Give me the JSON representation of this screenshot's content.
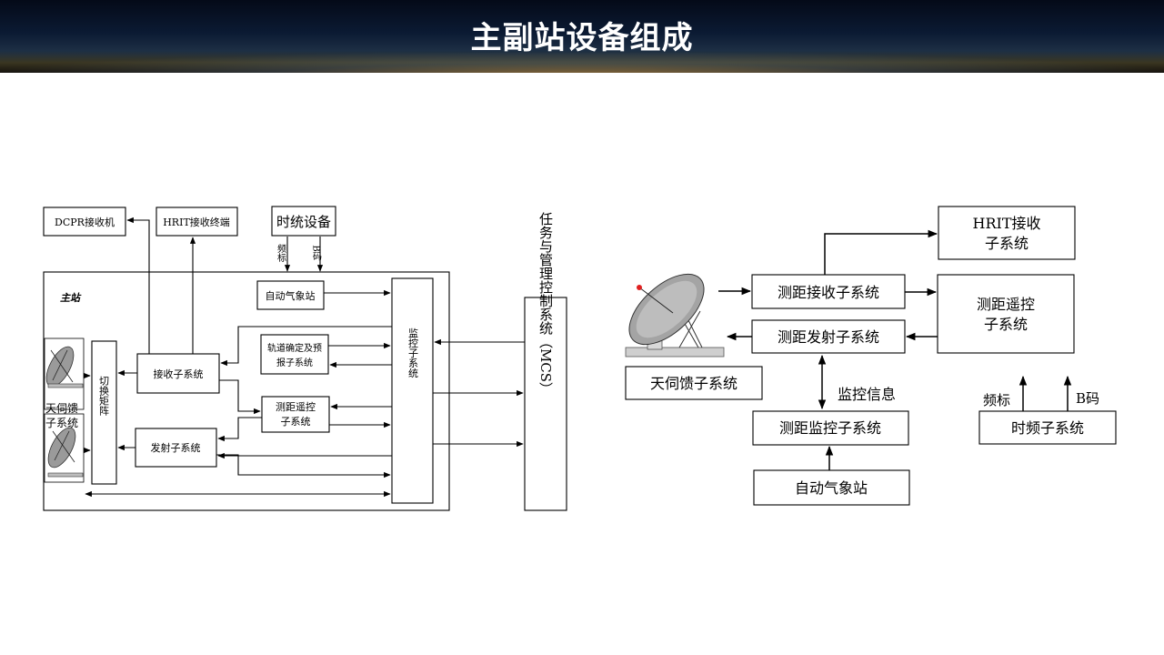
{
  "page": {
    "title": "主副站设备组成"
  },
  "left_diagram": {
    "dcpr": "DCPR接收机",
    "hrit_terminal": "HRIT接收终端",
    "time_equipment": "时统设备",
    "time_signal_a": "频标",
    "time_signal_b": "B码",
    "main_station": "主站",
    "weather_station": "自动气象站",
    "orbit_line1": "轨道确定及预",
    "orbit_line2": "报子系统",
    "ranging_tmtc_line1": "测距遥控",
    "ranging_tmtc_line2": "子系统",
    "receive": "接收子系统",
    "transmit": "发射子系统",
    "switch_matrix": "切换矩阵",
    "monitor": "监控子系统",
    "antenna_line1": "天伺馈",
    "antenna_line2": "子系统",
    "mcs": "任务与管理控制系统（MCS）"
  },
  "right_diagram": {
    "hrit_line1": "HRIT接收",
    "hrit_line2": "子系统",
    "ranging_receive": "测距接收子系统",
    "ranging_tmtc_line1": "测距遥控",
    "ranging_tmtc_line2": "子系统",
    "ranging_transmit": "测距发射子系统",
    "antenna": "天伺馈子系统",
    "monitor_info": "监控信息",
    "ranging_monitor": "测距监控子系统",
    "weather_station": "自动气象站",
    "freq_std": "频标",
    "b_code": "B码",
    "time_freq": "时频子系统"
  }
}
